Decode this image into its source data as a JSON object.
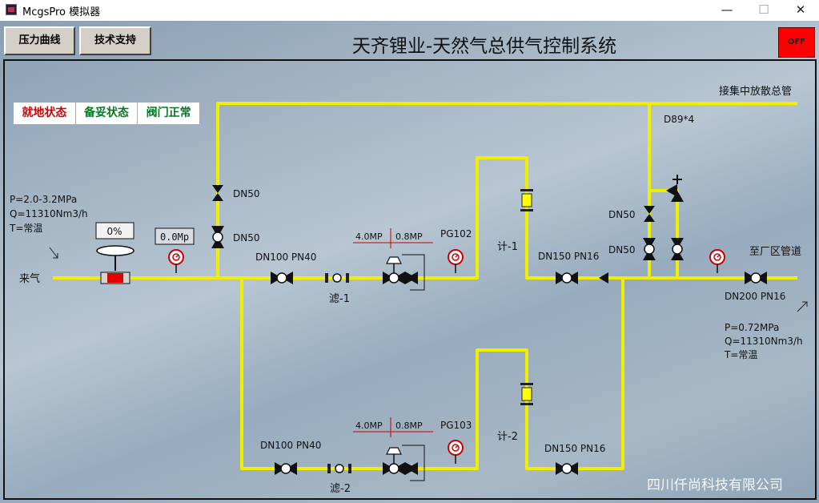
{
  "window": {
    "title": "McgsPro 模拟器",
    "minimize": "—",
    "maximize": "☐",
    "close": "✕"
  },
  "toolbar": {
    "pressure_curve": "压力曲线",
    "tech_support": "技术支持",
    "off": "OFF"
  },
  "page_title": "天齐锂业-天然气总供气控制系统",
  "status": {
    "local": "就地状态",
    "standby": "备妥状态",
    "valve_ok": "阀门正常"
  },
  "colors": {
    "pipe": "#f2ee00",
    "local_status": "#d40000",
    "ok_status": "#007a1e",
    "off_button": "#ff0000"
  },
  "inlet": {
    "params": [
      "P=2.0-3.2MPa",
      "Q=11310Nm3/h",
      "T=常温"
    ],
    "label": "来气",
    "valve_open_percent": "0%",
    "pressure_readout": "0.0Mp"
  },
  "outlet": {
    "params": [
      "P=0.72MPa",
      "Q=11310Nm3/h",
      "T=常温"
    ],
    "label": "至厂区管道",
    "pipe_spec": "DN200 PN16"
  },
  "vent": {
    "label": "接集中放散总管",
    "spec": "D89*4"
  },
  "labels": {
    "dn50_a": "DN50",
    "dn50_b": "DN50",
    "dn50_c": "DN50",
    "dn50_d": "DN50",
    "upper_spec": "DN100 PN40",
    "lower_spec": "DN100 PN40",
    "filter_1": "滤-1",
    "filter_2": "滤-2",
    "upper_setpoint_high": "4.0MP",
    "upper_setpoint_low": "0.8MP",
    "lower_setpoint_high": "4.0MP",
    "lower_setpoint_low": "0.8MP",
    "gauge_upper": "PG102",
    "gauge_lower": "PG103",
    "meter_1": "计-1",
    "meter_2": "计-2",
    "meter_1_spec": "DN150 PN16",
    "meter_2_spec": "DN150 PN16"
  },
  "company": "四川仟尚科技有限公司"
}
